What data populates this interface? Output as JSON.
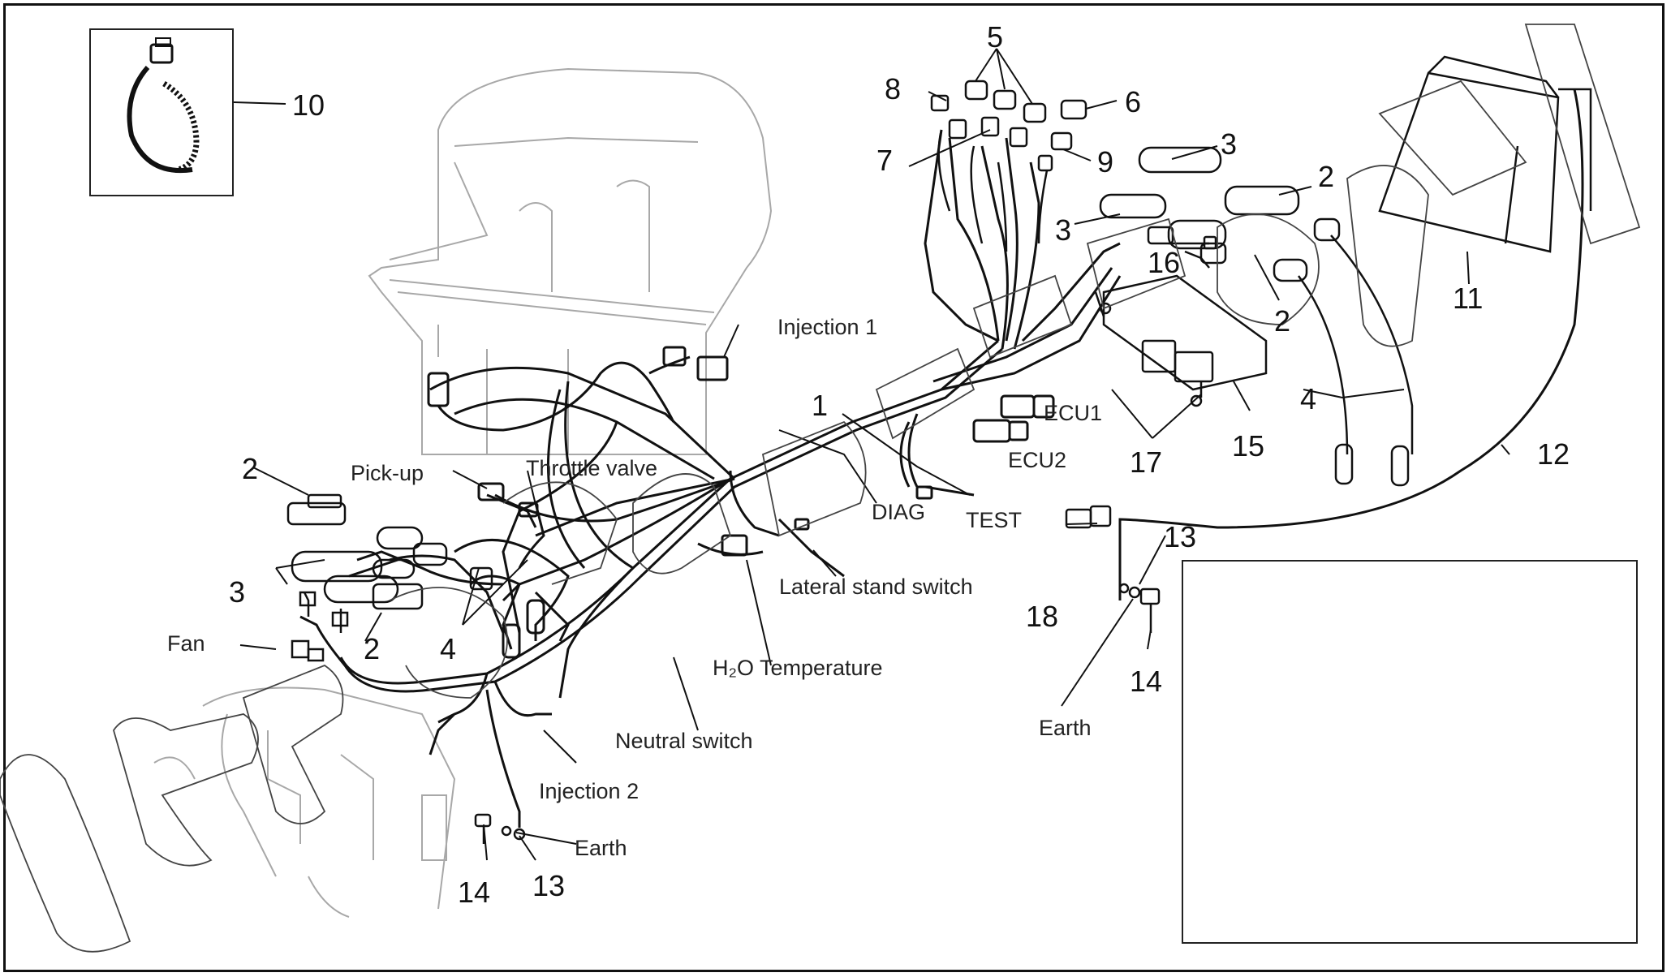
{
  "callouts": {
    "n1": "1",
    "n2a": "2",
    "n2b": "2",
    "n2c": "2",
    "n2d": "2",
    "n3a": "3",
    "n3b": "3",
    "n3c": "3",
    "n4a": "4",
    "n4b": "4",
    "n5": "5",
    "n6": "6",
    "n7": "7",
    "n8": "8",
    "n9": "9",
    "n10": "10",
    "n11": "11",
    "n12": "12",
    "n13a": "13",
    "n13b": "13",
    "n14a": "14",
    "n14b": "14",
    "n15": "15",
    "n16": "16",
    "n17": "17",
    "n18": "18"
  },
  "labels": {
    "injection1": "Injection 1",
    "injection2": "Injection 2",
    "pickup": "Pick-up",
    "throttle": "Throttle valve",
    "ecu1": "ECU1",
    "ecu2": "ECU2",
    "diag": "DIAG",
    "test": "TEST",
    "lateral": "Lateral stand switch",
    "h2o": "H₂O Temperature",
    "neutral": "Neutral switch",
    "fan": "Fan",
    "earth_left": "Earth",
    "earth_right": "Earth"
  },
  "watermark": "ismc-revs",
  "colors": {
    "line": "#111111",
    "ghost": "#9a9a9a",
    "watermark": "#444444"
  }
}
